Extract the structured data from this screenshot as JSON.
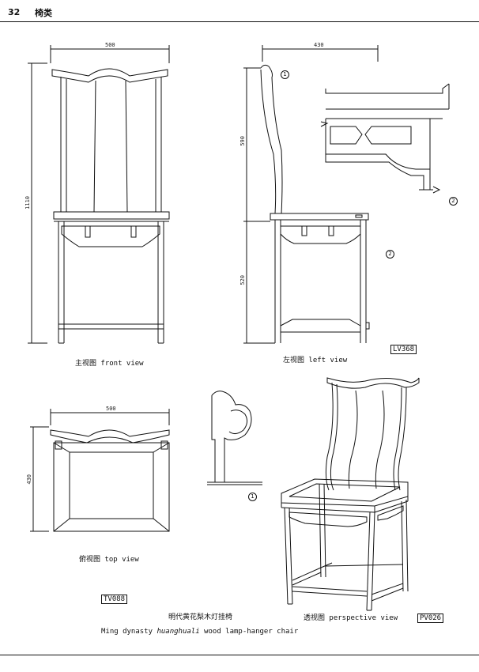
{
  "header": {
    "page_number": "32",
    "section_title": "椅类"
  },
  "views": {
    "front": {
      "width_dim": "500",
      "height_dim": "1110",
      "caption": "主视图  front view"
    },
    "left": {
      "width_dim": "430",
      "upper_dim": "590",
      "lower_dim": "520",
      "caption": "左视图  left view",
      "code": "LV368"
    },
    "top": {
      "width_dim": "500",
      "depth_dim": "430",
      "caption": "俯视图  top view",
      "code": "TV088"
    },
    "perspective": {
      "caption": "透视图 perspective view",
      "code": "PV026"
    }
  },
  "markers": {
    "one": "1",
    "two": "2"
  },
  "title": {
    "chinese": "明代黄花梨木灯挂椅",
    "english_prefix": "Ming dynasty ",
    "english_italic": "huanghuali",
    "english_suffix": " wood lamp-hanger chair"
  }
}
